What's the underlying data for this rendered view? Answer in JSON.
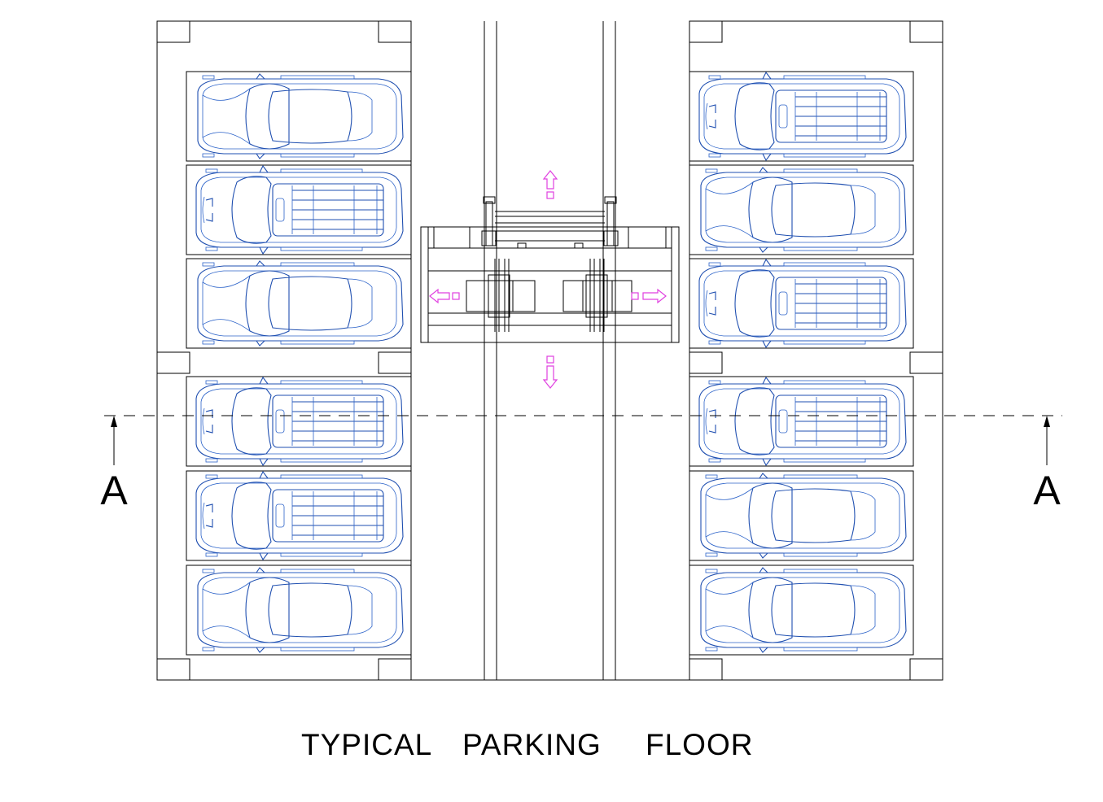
{
  "drawing": {
    "title_words": [
      "TYPICAL",
      "PARKING",
      "FLOOR"
    ],
    "section_marker_left": "A",
    "section_marker_right": "A"
  },
  "colors": {
    "car_lines": "#1f4fb0",
    "arrows": "#e040e0",
    "linework": "#000000",
    "hatch": "#000000"
  },
  "parking": {
    "left_bay_cars": [
      "sedan",
      "suv",
      "sedan",
      "suv",
      "suv",
      "sedan"
    ],
    "right_bay_cars": [
      "suv",
      "sedan",
      "suv",
      "suv",
      "sedan",
      "sedan"
    ]
  },
  "lift": {
    "arrows": [
      "up",
      "down",
      "left",
      "right"
    ]
  }
}
